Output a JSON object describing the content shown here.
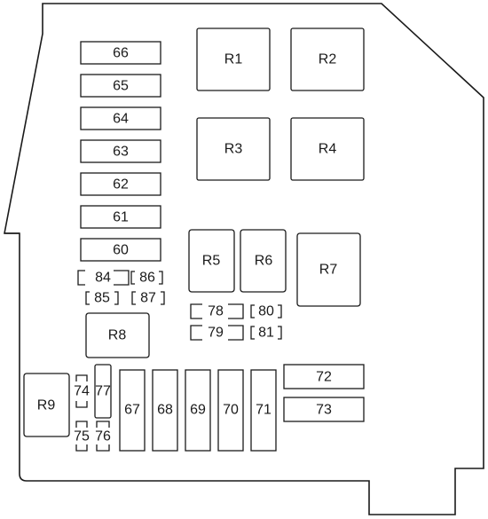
{
  "fuses_stack": [
    "66",
    "65",
    "64",
    "63",
    "62",
    "61",
    "60"
  ],
  "relays": {
    "r1": "R1",
    "r2": "R2",
    "r3": "R3",
    "r4": "R4",
    "r5": "R5",
    "r6": "R6",
    "r7": "R7",
    "r8": "R8",
    "r9": "R9"
  },
  "small_fuses": {
    "f84": "84",
    "f86": "86",
    "f85": "85",
    "f87": "87",
    "f78": "78",
    "f80": "80",
    "f79": "79",
    "f81": "81",
    "f74": "74",
    "f77": "77",
    "f75": "75",
    "f76": "76"
  },
  "tall_fuses": [
    "67",
    "68",
    "69",
    "70",
    "71"
  ],
  "wide_fuses": {
    "f72": "72",
    "f73": "73"
  }
}
